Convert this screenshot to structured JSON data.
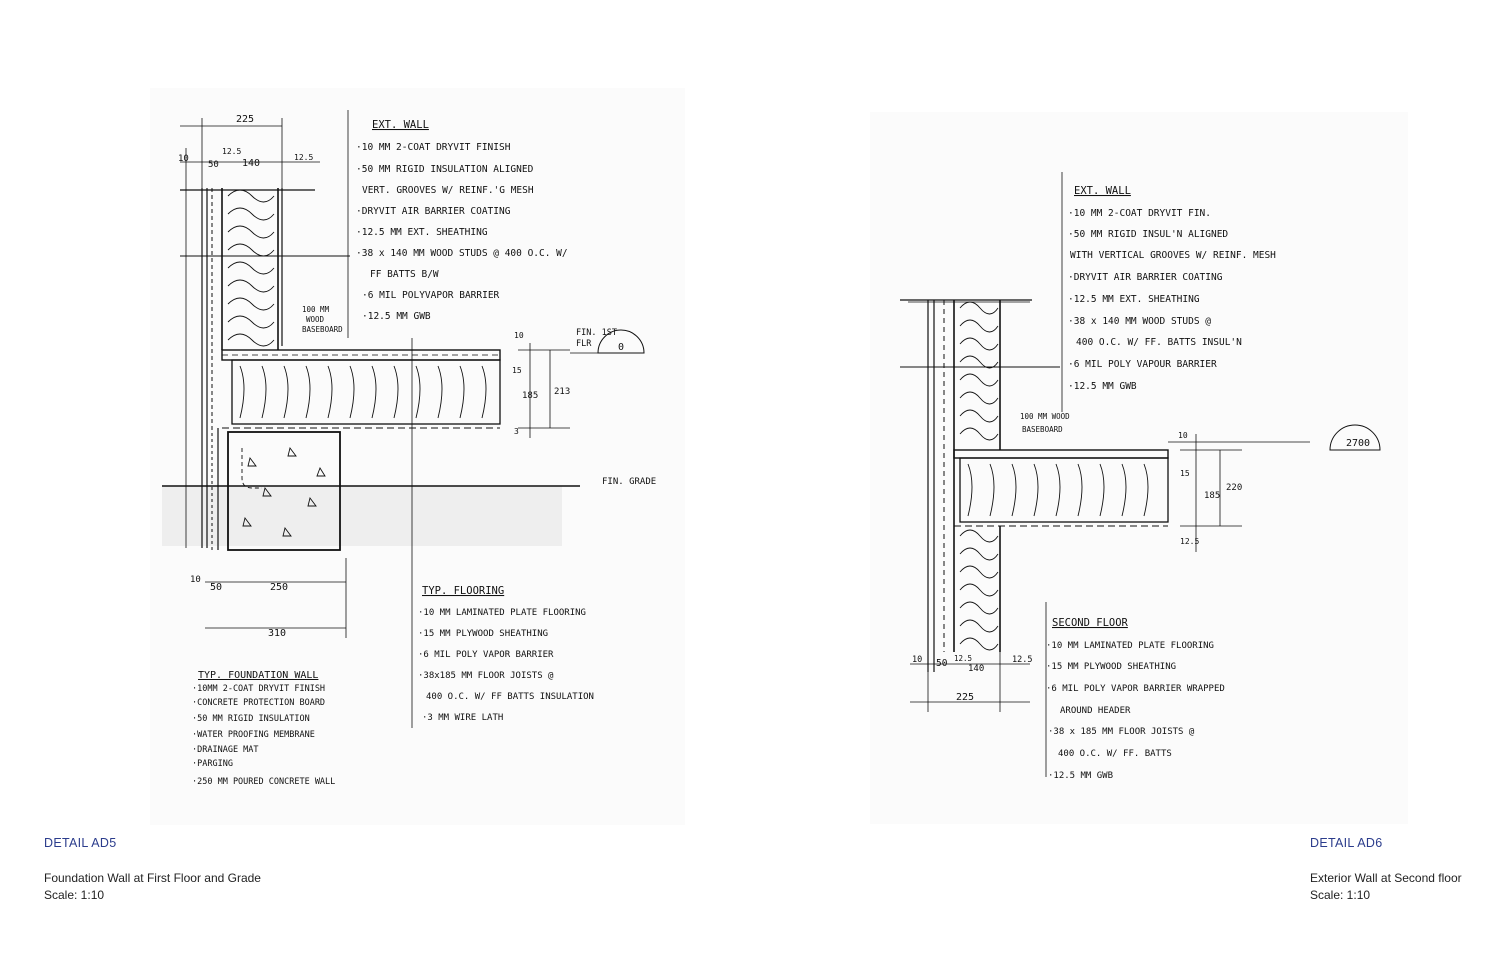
{
  "detail_left": {
    "code": "DETAIL AD5",
    "description": "Foundation Wall at First Floor and Grade",
    "scale": "Scale: 1:10",
    "ext_wall": {
      "heading": "EXT. WALL",
      "lines": [
        "·10 MM 2-COAT DRYVIT FINISH",
        "·50 MM RIGID INSULATION ALIGNED",
        "VERT. GROOVES W/ REINF.'G MESH",
        "·DRYVIT AIR BARRIER COATING",
        "·12.5 MM EXT. SHEATHING",
        "·38 x 140 MM WOOD STUDS @ 400 O.C. W/",
        "FF BATTS B/W",
        "·6 MIL POLYVAPOR BARRIER",
        "·12.5 MM GWB"
      ]
    },
    "flooring": {
      "heading": "TYP. FLOORING",
      "lines": [
        "·10 MM LAMINATED PLATE FLOORING",
        "·15 MM PLYWOOD SHEATHING",
        "·6 MIL POLY VAPOR BARRIER",
        "·38x185 MM FLOOR JOISTS @",
        "400 O.C. W/ FF BATTS INSULATION",
        "·3 MM WIRE LATH"
      ]
    },
    "foundation": {
      "heading": "TYP. FOUNDATION WALL",
      "lines": [
        "·10MM 2-COAT DRYVIT FINISH",
        "·CONCRETE PROTECTION BOARD",
        "·50 MM RIGID INSULATION",
        "·WATER PROOFING MEMBRANE",
        "·DRAINAGE MAT",
        "·PARGING",
        "·250 MM POURED CONCRETE WALL"
      ]
    },
    "labels": {
      "baseboard": [
        "100 MM",
        "WOOD",
        "BASEBOARD"
      ],
      "fin_floor": [
        "FIN. 1ST",
        "FLR"
      ],
      "fin_floor_level": "0",
      "fin_grade": "FIN. GRADE"
    },
    "dims": {
      "d225": "225",
      "d10": "10",
      "d12_5a": "12.5",
      "d50": "50",
      "d140": "140",
      "d12_5b": "12.5",
      "d10b": "10",
      "d15": "15",
      "d185": "185",
      "d213": "213",
      "d3": "3",
      "d10c": "10",
      "d50b": "50",
      "d250": "250",
      "d310": "310"
    }
  },
  "detail_right": {
    "code": "DETAIL AD6",
    "description": "Exterior Wall at Second floor",
    "scale": "Scale: 1:10",
    "ext_wall": {
      "heading": "EXT. WALL",
      "lines": [
        "·10 MM 2-COAT DRYVIT FIN.",
        "·50 MM RIGID INSUL'N ALIGNED",
        "WITH VERTICAL GROOVES W/ REINF. MESH",
        "·DRYVIT AIR BARRIER COATING",
        "·12.5 MM EXT. SHEATHING",
        "·38 x 140 MM WOOD STUDS @",
        "400 O.C. W/ FF. BATTS INSUL'N",
        "·6 MIL POLY VAPOUR BARRIER",
        "·12.5 MM GWB"
      ]
    },
    "second_floor": {
      "heading": "SECOND FLOOR",
      "lines": [
        "·10 MM LAMINATED PLATE FLOORING",
        "·15 MM PLYWOOD SHEATHING",
        "·6 MIL POLY VAPOR BARRIER WRAPPED",
        "AROUND HEADER",
        "·38 x 185 MM FLOOR JOISTS @",
        "400 O.C. W/ FF. BATTS",
        "·12.5 MM GWB"
      ]
    },
    "labels": {
      "baseboard": [
        "100 MM WOOD",
        "BASEBOARD"
      ],
      "level": "2700"
    },
    "dims": {
      "d10": "10",
      "d15": "15",
      "d185": "185",
      "d220": "220",
      "d12_5": "12.5",
      "d10b": "10",
      "d50": "50",
      "d12_5b": "12.5",
      "d140": "140",
      "d12_5c": "12.5",
      "d225": "225"
    }
  }
}
